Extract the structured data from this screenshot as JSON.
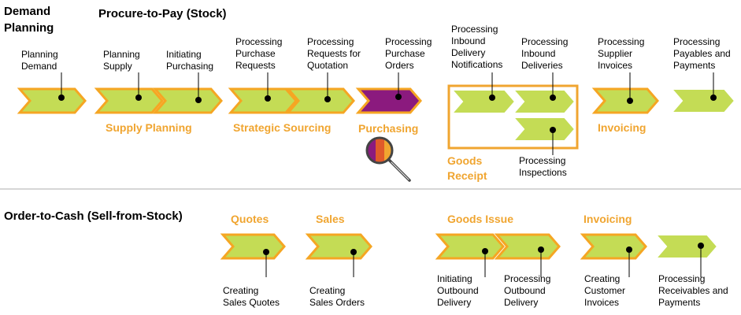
{
  "colors": {
    "chevron_fill": "#c4dc55",
    "chevron_border": "#f5a623",
    "chevron_inner_border": "#ffffff",
    "highlight_fill": "#8b1a7e",
    "accent_text": "#f0a530",
    "dot": "#000000",
    "divider": "#c8c8c8",
    "box_border": "#f0a530",
    "magnifier_stripes": [
      "#8b1a7e",
      "#e05a2a",
      "#f0a530"
    ]
  },
  "sections": {
    "demand_planning": {
      "title_line1": "Demand",
      "title_line2": "Planning"
    },
    "procure_to_pay": {
      "title": "Procure-to-Pay (Stock)"
    },
    "order_to_cash": {
      "title": "Order-to-Cash (Sell-from-Stock)"
    }
  },
  "top_groups": {
    "supply_planning": "Supply Planning",
    "strategic_sourcing": "Strategic Sourcing",
    "purchasing": "Purchasing",
    "goods_receipt_line1": "Goods",
    "goods_receipt_line2": "Receipt",
    "invoicing": "Invoicing"
  },
  "bottom_groups": {
    "quotes": "Quotes",
    "sales": "Sales",
    "goods_issue": "Goods Issue",
    "invoicing": "Invoicing"
  },
  "top_steps": {
    "planning_demand": [
      "Planning",
      "Demand"
    ],
    "planning_supply": [
      "Planning",
      "Supply"
    ],
    "initiating_purchasing": [
      "Initiating",
      "Purchasing"
    ],
    "processing_purchase_requests": [
      "Processing",
      "Purchase",
      "Requests"
    ],
    "processing_requests_for_quotation": [
      "Processing",
      "Requests for",
      "Quotation"
    ],
    "processing_purchase_orders": [
      "Processing",
      "Purchase",
      "Orders"
    ],
    "processing_inbound_delivery_notifications": [
      "Processing",
      "Inbound",
      "Delivery",
      "Notifications"
    ],
    "processing_inbound_deliveries": [
      "Processing",
      "Inbound",
      "Deliveries"
    ],
    "processing_inspections": [
      "Processing",
      "Inspections"
    ],
    "processing_supplier_invoices": [
      "Processing",
      "Supplier",
      "Invoices"
    ],
    "processing_payables_and_payments": [
      "Processing",
      "Payables and",
      "Payments"
    ]
  },
  "bottom_steps": {
    "creating_sales_quotes": [
      "Creating",
      "Sales Quotes"
    ],
    "creating_sales_orders": [
      "Creating",
      "Sales Orders"
    ],
    "initiating_outbound_delivery": [
      "Initiating",
      "Outbound",
      "Delivery"
    ],
    "processing_outbound_delivery": [
      "Processing",
      "Outbound",
      "Delivery"
    ],
    "creating_customer_invoices": [
      "Creating",
      "Customer",
      "Invoices"
    ],
    "processing_receivables_and_payments": [
      "Processing",
      "Receivables and",
      "Payments"
    ]
  }
}
